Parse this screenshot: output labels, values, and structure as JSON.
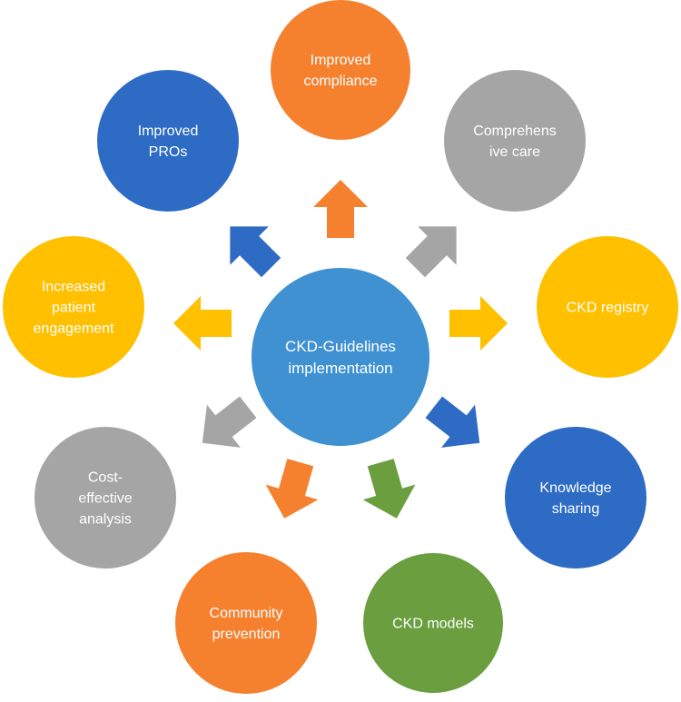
{
  "center": {
    "lines": [
      "CKD-Guidelines",
      "implementation"
    ],
    "color": "#3F91D2"
  },
  "outcomes": [
    {
      "id": "improved-compliance",
      "lines": [
        "Improved",
        "compliance"
      ],
      "color": "#F5802E",
      "arrow_color": "#F5802E"
    },
    {
      "id": "comprehensive-care",
      "lines": [
        "Comprehens",
        "ive care"
      ],
      "color": "#A5A5A5",
      "arrow_color": "#A5A5A5"
    },
    {
      "id": "ckd-registry",
      "lines": [
        "CKD registry"
      ],
      "color": "#FFC000",
      "arrow_color": "#FFC000"
    },
    {
      "id": "knowledge-sharing",
      "lines": [
        "Knowledge",
        "sharing"
      ],
      "color": "#2E6BC4",
      "arrow_color": "#2E6BC4"
    },
    {
      "id": "ckd-models",
      "lines": [
        "CKD models"
      ],
      "color": "#6A9E3F",
      "arrow_color": "#6A9E3F"
    },
    {
      "id": "community-prevention",
      "lines": [
        "Community",
        "prevention"
      ],
      "color": "#F5802E",
      "arrow_color": "#F5802E"
    },
    {
      "id": "cost-effective-analysis",
      "lines": [
        "Cost-",
        "effective",
        "analysis"
      ],
      "color": "#A5A5A5",
      "arrow_color": "#A5A5A5"
    },
    {
      "id": "increased-patient-engagement",
      "lines": [
        "Increased",
        "patient",
        "engagement"
      ],
      "color": "#FFC000",
      "arrow_color": "#FFC000"
    },
    {
      "id": "improved-pros",
      "lines": [
        "Improved",
        "PROs"
      ],
      "color": "#2E6BC4",
      "arrow_color": "#2E6BC4"
    }
  ]
}
